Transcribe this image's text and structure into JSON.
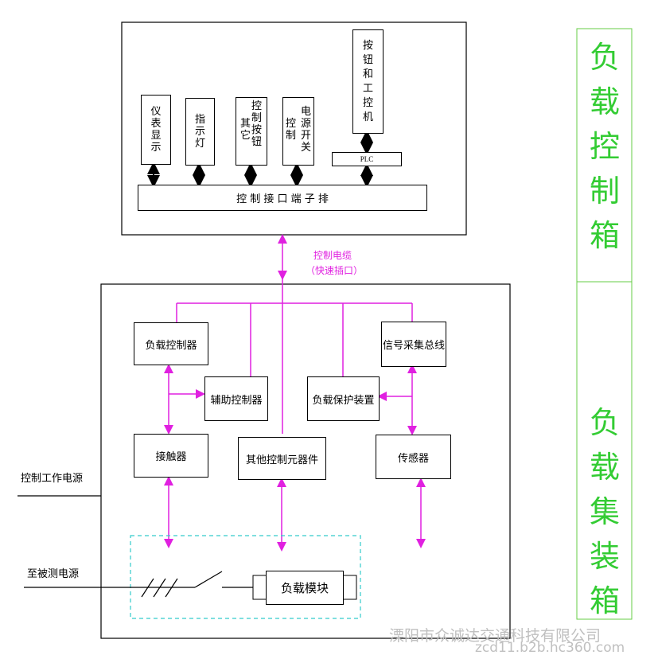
{
  "control_box": {
    "instrument_display": "仪表显示",
    "indicator_light": "指示灯",
    "other_control_buttons_a": "控制按钮",
    "other_control_buttons_b": "其它",
    "power_switch_a": "电源开关",
    "power_switch_b": "控制",
    "buttons_ipc": "按钮和工控机",
    "plc": "PLC",
    "terminal_block": "控 制 接 口 端 子 排"
  },
  "cable": {
    "line1": "控制电缆",
    "line2": "（快速插口）"
  },
  "load_box": {
    "load_controller": "负载控制器",
    "signal_bus": "信号采集总线",
    "aux_controller": "辅助控制器",
    "load_protection": "负载保护装置",
    "contactor": "接触器",
    "other_components": "其他控制元器件",
    "sensor": "传感器",
    "load_module": "负载模块"
  },
  "external": {
    "control_power": "控制工作电源",
    "to_dut_power": "至被测电源"
  },
  "side_panel": {
    "top_title": "负载控制箱",
    "bottom_title": "负载集装箱"
  },
  "watermark": {
    "company": "溧阳市众诚达交通科技有限公司",
    "url": "zcd11.b2b.hc360.com"
  },
  "colors": {
    "magenta": "#e020e0",
    "green": "#33cc33",
    "dashed_cyan": "#33cccc"
  }
}
